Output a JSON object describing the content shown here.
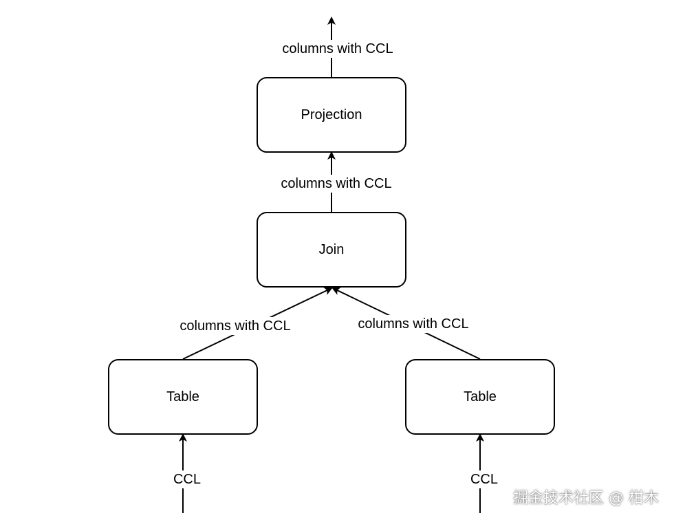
{
  "nodes": {
    "projection": "Projection",
    "join": "Join",
    "table_left": "Table",
    "table_right": "Table"
  },
  "edges": {
    "projection_out": "columns with CCL",
    "join_to_projection": "columns with CCL",
    "left_table_to_join": "columns with CCL",
    "right_table_to_join": "columns with CCL",
    "left_input": "CCL",
    "right_input": "CCL"
  },
  "watermark": "掘金技术社区 @ 柑木"
}
